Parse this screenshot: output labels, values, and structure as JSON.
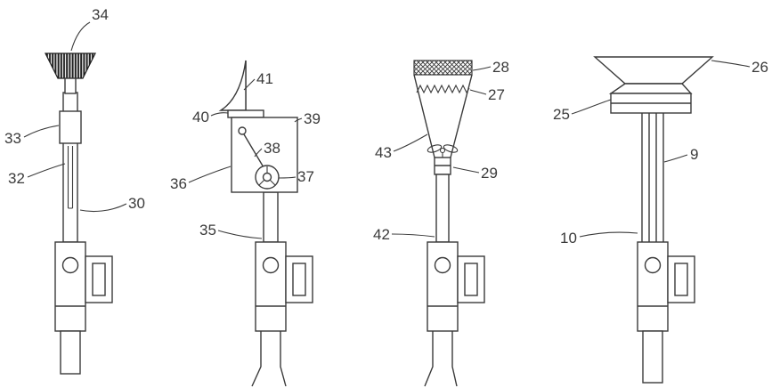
{
  "figure": {
    "background_color": "#ffffff",
    "line_color": "#3a3a3a",
    "reference_labels": {
      "n34": "34",
      "n33": "33",
      "n32": "32",
      "n30": "30",
      "n41": "41",
      "n40": "40",
      "n39": "39",
      "n38": "38",
      "n37": "37",
      "n36": "36",
      "n35": "35",
      "n28": "28",
      "n27": "27",
      "n43": "43",
      "n29": "29",
      "n42": "42",
      "n26": "26",
      "n25": "25",
      "n9": "9",
      "n10": "10"
    },
    "assemblies": [
      {
        "id": "assembly-brush-tool",
        "label_refs": [
          "34",
          "33",
          "32",
          "30"
        ]
      },
      {
        "id": "assembly-flag-gearbox-tool",
        "label_refs": [
          "41",
          "40",
          "39",
          "38",
          "37",
          "36",
          "35"
        ]
      },
      {
        "id": "assembly-funnel-tool",
        "label_refs": [
          "28",
          "27",
          "43",
          "29",
          "42"
        ]
      },
      {
        "id": "assembly-hopper-tool",
        "label_refs": [
          "26",
          "25",
          "9",
          "10"
        ]
      }
    ]
  }
}
